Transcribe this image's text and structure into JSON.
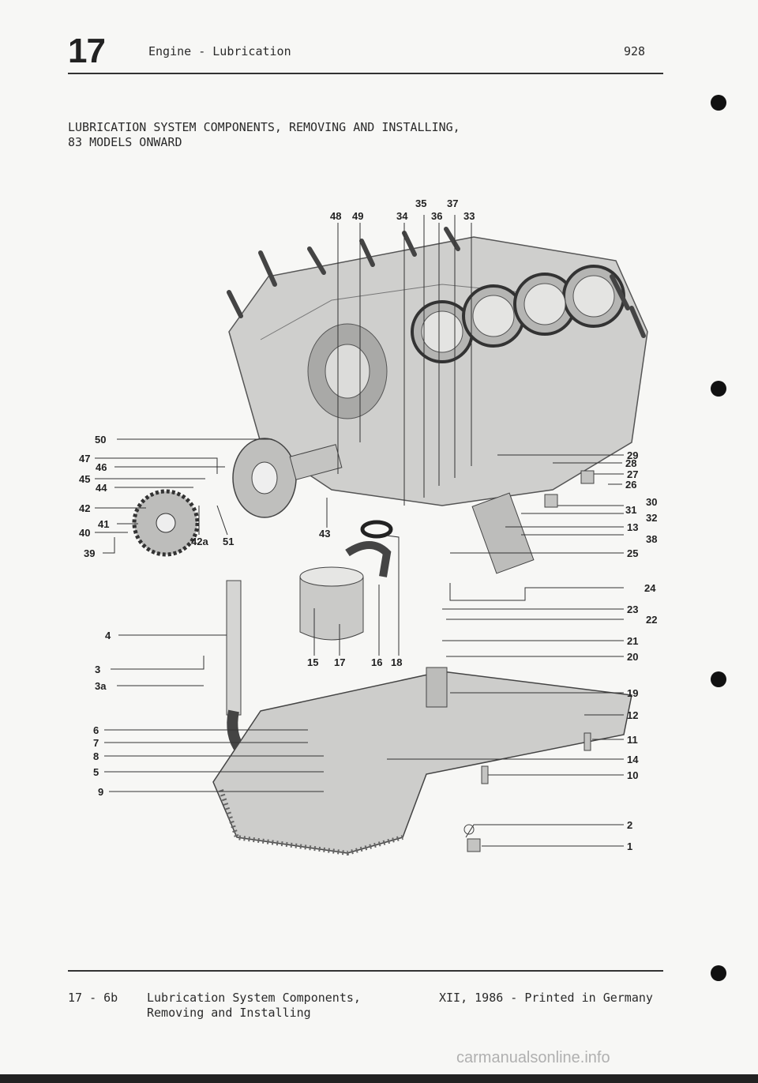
{
  "header": {
    "chapter": "17",
    "title": "Engine - Lubrication",
    "model": "928"
  },
  "section_title": [
    "LUBRICATION SYSTEM COMPONENTS, REMOVING AND INSTALLING,",
    "83 MODELS ONWARD"
  ],
  "footer": {
    "page": "17 - 6b",
    "caption": [
      "Lubrication System Components,",
      "Removing and Installing"
    ],
    "edition": "XII, 1986 - Printed in Germany"
  },
  "watermark": "carmanualsonline.info",
  "diagram": {
    "callouts": [
      {
        "id": "c48",
        "label": "48"
      },
      {
        "id": "c49",
        "label": "49"
      },
      {
        "id": "c35",
        "label": "35"
      },
      {
        "id": "c37",
        "label": "37"
      },
      {
        "id": "c34",
        "label": "34"
      },
      {
        "id": "c36",
        "label": "36"
      },
      {
        "id": "c33",
        "label": "33"
      },
      {
        "id": "c50",
        "label": "50"
      },
      {
        "id": "c47",
        "label": "47"
      },
      {
        "id": "c46",
        "label": "46"
      },
      {
        "id": "c45",
        "label": "45"
      },
      {
        "id": "c44",
        "label": "44"
      },
      {
        "id": "c42",
        "label": "42"
      },
      {
        "id": "c41",
        "label": "41"
      },
      {
        "id": "c40",
        "label": "40"
      },
      {
        "id": "c39",
        "label": "39"
      },
      {
        "id": "c42a",
        "label": "42a"
      },
      {
        "id": "c51",
        "label": "51"
      },
      {
        "id": "c43",
        "label": "43"
      },
      {
        "id": "c29",
        "label": "29"
      },
      {
        "id": "c28",
        "label": "28"
      },
      {
        "id": "c27",
        "label": "27"
      },
      {
        "id": "c26",
        "label": "26"
      },
      {
        "id": "c31",
        "label": "31"
      },
      {
        "id": "c30",
        "label": "30"
      },
      {
        "id": "c32",
        "label": "32"
      },
      {
        "id": "c13",
        "label": "13"
      },
      {
        "id": "c38",
        "label": "38"
      },
      {
        "id": "c25",
        "label": "25"
      },
      {
        "id": "c24",
        "label": "24"
      },
      {
        "id": "c23",
        "label": "23"
      },
      {
        "id": "c22",
        "label": "22"
      },
      {
        "id": "c21",
        "label": "21"
      },
      {
        "id": "c20",
        "label": "20"
      },
      {
        "id": "c4",
        "label": "4"
      },
      {
        "id": "c3",
        "label": "3"
      },
      {
        "id": "c3a",
        "label": "3a"
      },
      {
        "id": "c15",
        "label": "15"
      },
      {
        "id": "c17",
        "label": "17"
      },
      {
        "id": "c16",
        "label": "16"
      },
      {
        "id": "c18",
        "label": "18"
      },
      {
        "id": "c19",
        "label": "19"
      },
      {
        "id": "c12",
        "label": "12"
      },
      {
        "id": "c6",
        "label": "6"
      },
      {
        "id": "c7",
        "label": "7"
      },
      {
        "id": "c8",
        "label": "8"
      },
      {
        "id": "c5",
        "label": "5"
      },
      {
        "id": "c9",
        "label": "9"
      },
      {
        "id": "c11",
        "label": "11"
      },
      {
        "id": "c14",
        "label": "14"
      },
      {
        "id": "c10",
        "label": "10"
      },
      {
        "id": "c2",
        "label": "2"
      },
      {
        "id": "c1",
        "label": "1"
      }
    ]
  }
}
